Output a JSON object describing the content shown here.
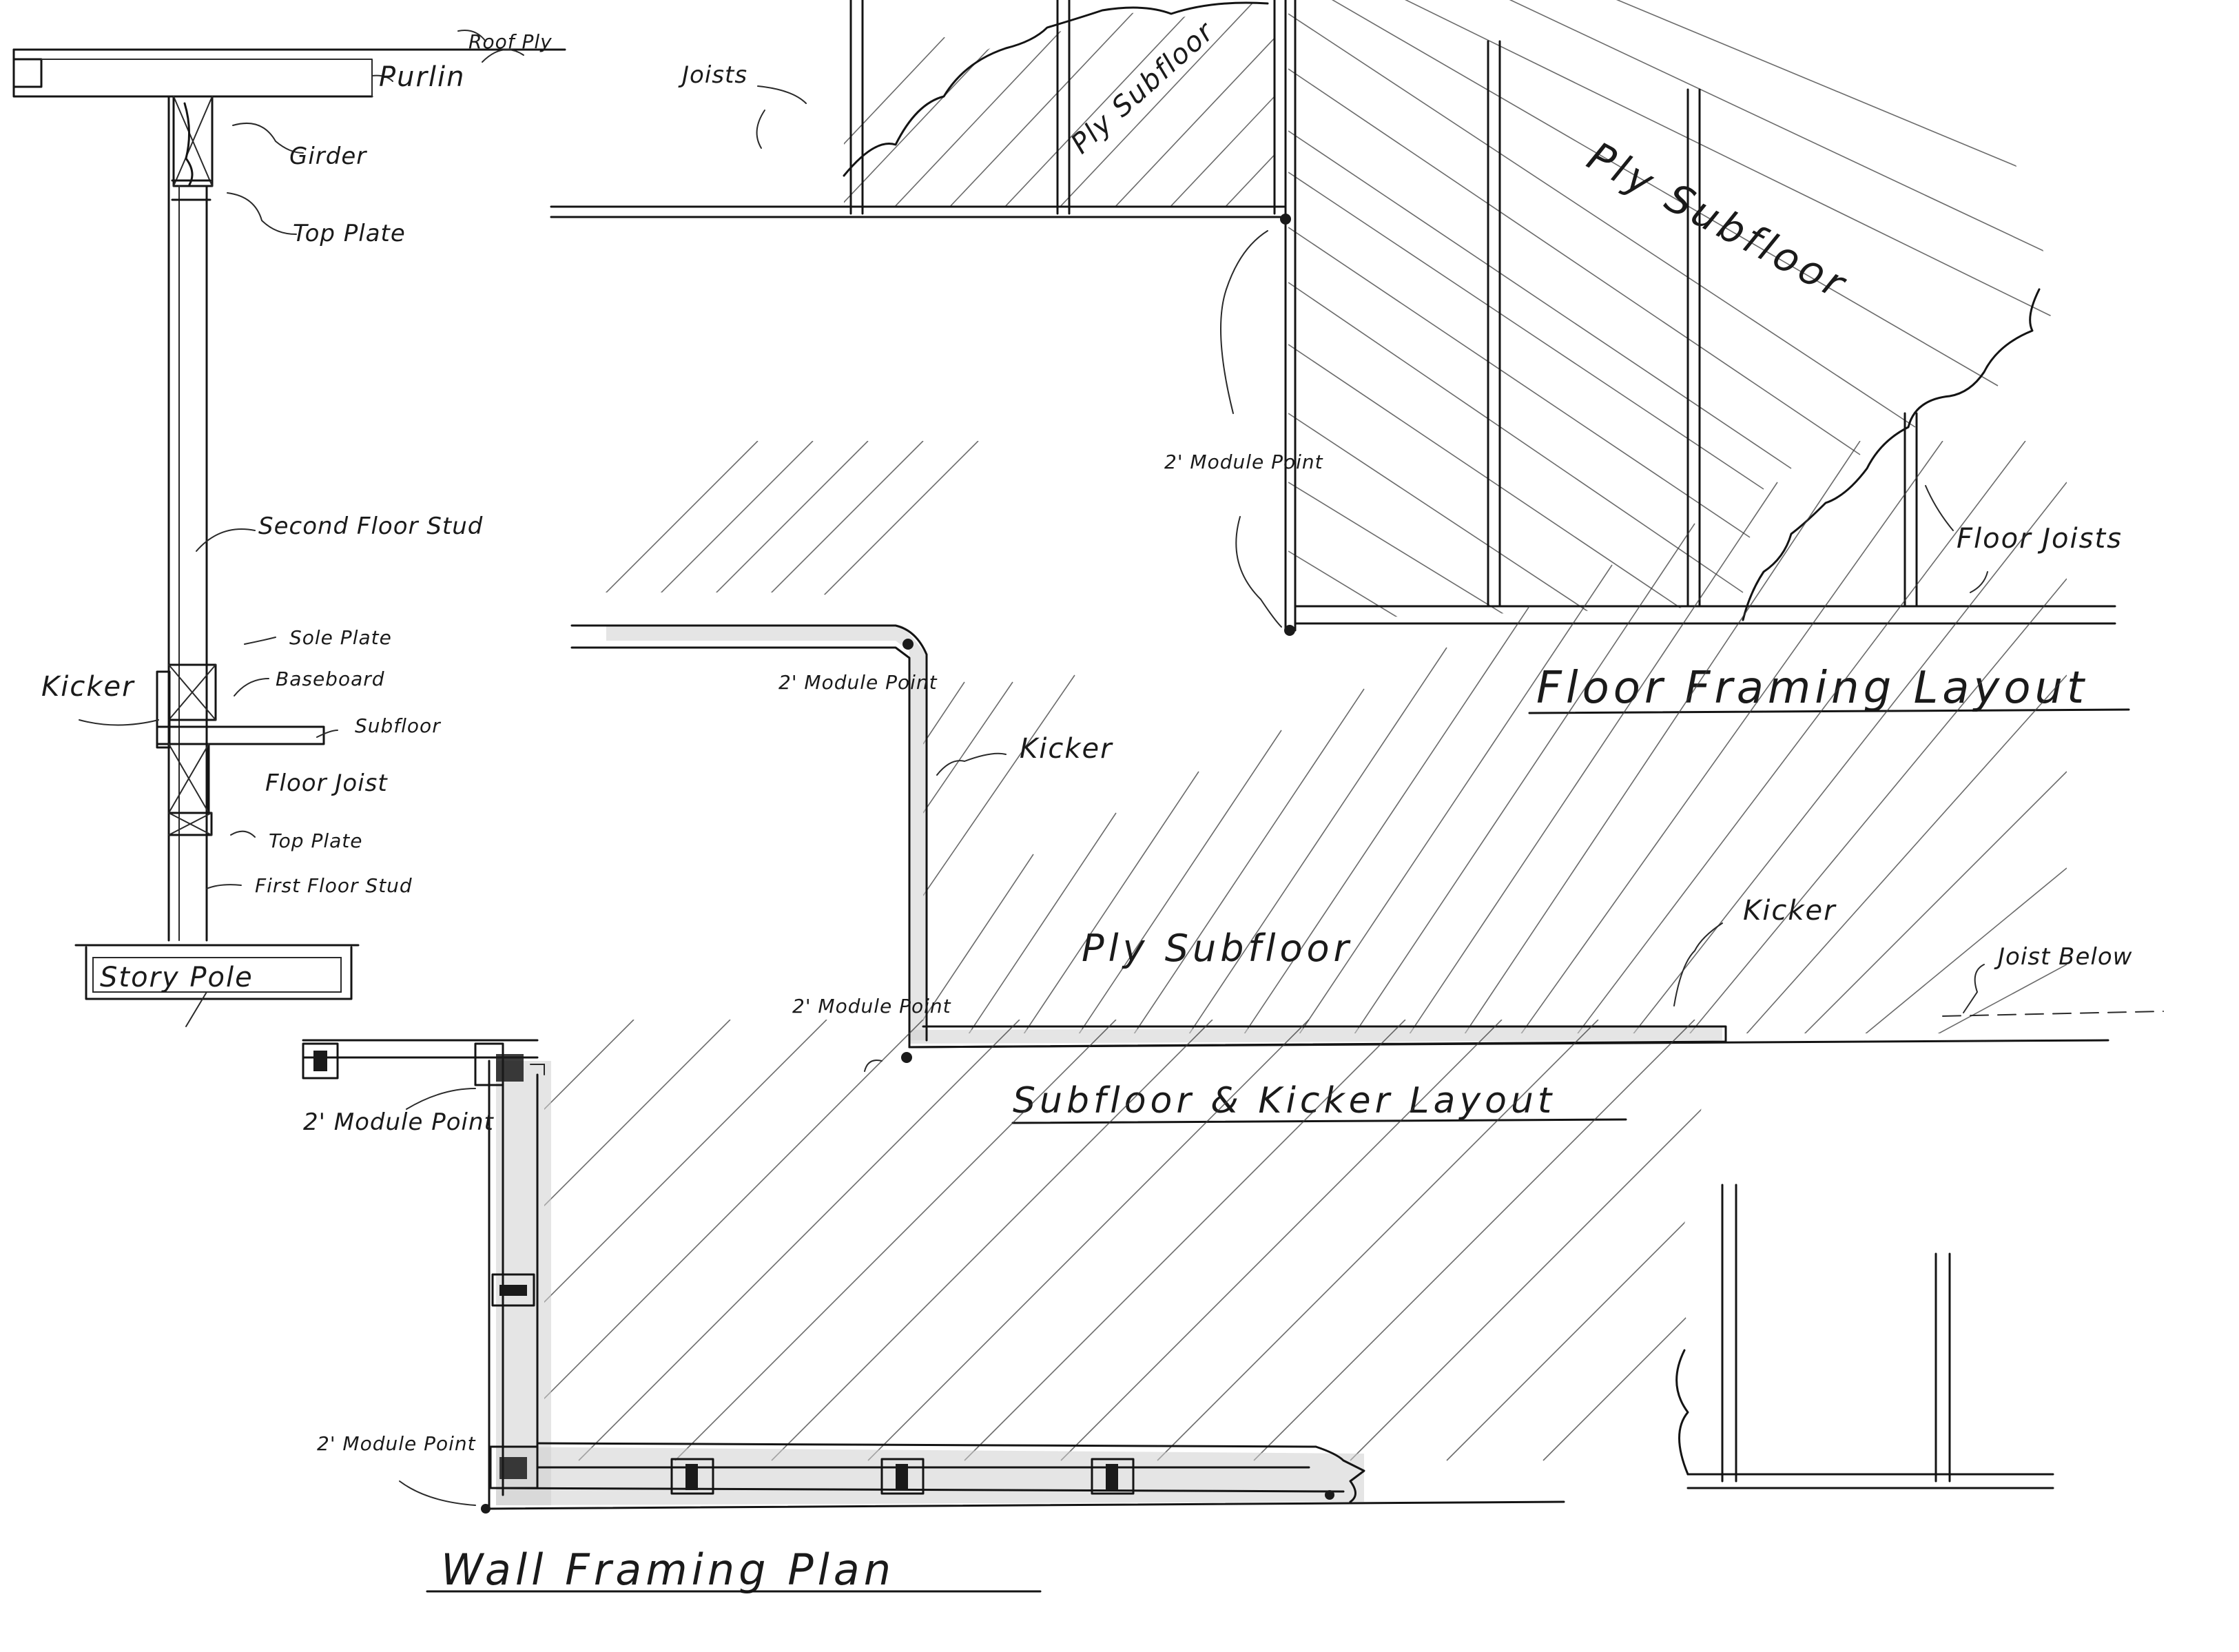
{
  "story_pole": {
    "roof_ply": "Roof Ply",
    "purlin": "Purlin",
    "girder": "Girder",
    "top_plate_upper": "Top Plate",
    "second_floor_stud": "Second Floor Stud",
    "sole_plate": "Sole Plate",
    "baseboard": "Baseboard",
    "kicker": "Kicker",
    "subfloor": "Subfloor",
    "floor_joist": "Floor Joist",
    "top_plate_lower": "Top Plate",
    "first_floor_stud": "First Floor Stud",
    "title": "Story Pole"
  },
  "floor_framing": {
    "joists": "Joists",
    "ply_subfloor_small": "Ply Subfloor",
    "ply_subfloor_large": "Ply Subfloor",
    "module_point": "2' Module Point",
    "floor_joists": "Floor Joists",
    "title": "Floor Framing Layout"
  },
  "subfloor_kicker": {
    "module_point_top": "2' Module Point",
    "kicker_vertical": "Kicker",
    "ply_subfloor": "Ply Subfloor",
    "kicker_horizontal": "Kicker",
    "joist_below": "Joist Below",
    "module_point_bottom": "2' Module Point",
    "title": "Subfloor & Kicker Layout"
  },
  "wall_framing": {
    "module_point_top": "2' Module Point",
    "module_point_bottom": "2' Module Point",
    "title": "Wall Framing Plan"
  }
}
